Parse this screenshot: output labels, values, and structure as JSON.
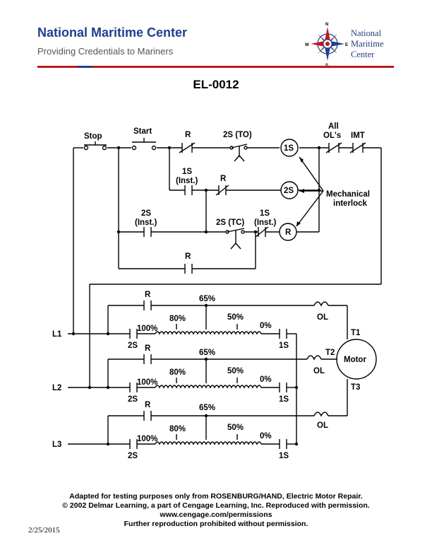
{
  "header": {
    "org_name": "National Maritime Center",
    "tagline": "Providing Credentials to Mariners",
    "logo_text": [
      "National",
      "Maritime",
      "Center"
    ],
    "logo_compass": {
      "n": "N",
      "e": "E",
      "s": "S",
      "w": "W"
    }
  },
  "document_id": "EL-0012",
  "diagram": {
    "control": {
      "stop": "Stop",
      "start": "Start",
      "r_contact": "R",
      "timer_2s_to": "2S (TO)",
      "coil_1s": "1S",
      "all": "All",
      "ols": "OL's",
      "imt": "IMT",
      "inst_1s_a": "1S",
      "inst_1s_b": "(Inst.)",
      "r_contact_2": "R",
      "coil_2s": "2S",
      "mech_1": "Mechanical",
      "mech_2": "interlock",
      "inst_2s_a": "2S",
      "inst_2s_b": "(Inst.)",
      "timer_2s_tc": "2S (TC)",
      "inst_1s_c": "1S",
      "inst_1s_d": "(Inst.)",
      "coil_r": "R",
      "r_seal": "R"
    },
    "power": {
      "phases": [
        "L1",
        "L2",
        "L3"
      ],
      "r_label": "R",
      "tap_65": "65%",
      "tap_80": "80%",
      "tap_50": "50%",
      "tap_0": "0%",
      "tap_100": "100%",
      "contact_2s": "2S",
      "contact_1s": "1S",
      "ol": "OL",
      "terminals": [
        "T1",
        "T2",
        "T3"
      ],
      "motor": "Motor"
    }
  },
  "footer": {
    "line1": "Adapted for testing purposes only from ROSENBURG/HAND, Electric Motor Repair.",
    "line2": "© 2002 Delmar Learning, a part of Cengage Learning, Inc. Reproduced with permission.",
    "line3": "www.cengage.com/permissions",
    "line4": "Further reproduction prohibited without permission."
  },
  "date": "2/25/2015",
  "colors": {
    "brand_blue": "#1f3f8f",
    "brand_red": "#b71c1c"
  }
}
